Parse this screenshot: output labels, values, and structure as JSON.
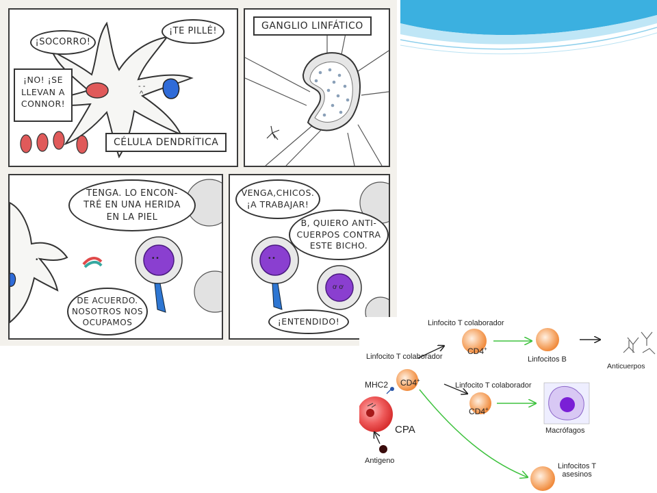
{
  "comic": {
    "panel1": {
      "bubble_socorro": "¡SOCORRO!",
      "bubble_pille": "¡TE PILLÉ!",
      "bubble_connor": "¡NO! ¡SE\nLLEVAN A\nCONNOR!",
      "caption": "CÉLULA DENDRÍTICA"
    },
    "panel2": {
      "caption": "GANGLIO LINFÁTICO"
    },
    "panel3": {
      "bubble_tenga": "TENGA. LO ENCON-\nTRÉ EN UNA HERIDA\nEN LA PIEL",
      "bubble_acuerdo": "DE ACUERDO.\nNOSOTROS NOS\nOCUPAMOS"
    },
    "panel4": {
      "bubble_venga": "VENGA,CHICOS.\n¡A TRABAJAR!",
      "bubble_quiero": "B, QUIERO ANTI-\nCUERPOS CONTRA\nESTE BICHO.",
      "bubble_entendido": "¡ENTENDIDO!"
    }
  },
  "diagram": {
    "labels": {
      "t_colab_top": "Linfocito T colaborador",
      "t_colab_left": "Linfocito T colaborador",
      "t_colab_mid": "Linfocito T colaborador",
      "cd4_top": "CD4",
      "cd4_apc": "CD4",
      "cd4_mid": "CD4",
      "cd4_sup": "+",
      "mhc2": "MHC2",
      "cpa": "CPA",
      "antigeno": "Antigeno",
      "linfocitos_b": "Linfocitos B",
      "anticuerpos": "Anticuerpos",
      "macrofagos": "Macrófagos",
      "t_asesinos": "Linfocitos T\nasesinos"
    },
    "colors": {
      "cell_orange": "#f08a3c",
      "apc_red": "#e23a3a",
      "arrow_green": "#3fc23f",
      "macrophage_purple": "#7a1fd6"
    }
  },
  "decor": {
    "accent_blue": "#2aa6d9"
  }
}
